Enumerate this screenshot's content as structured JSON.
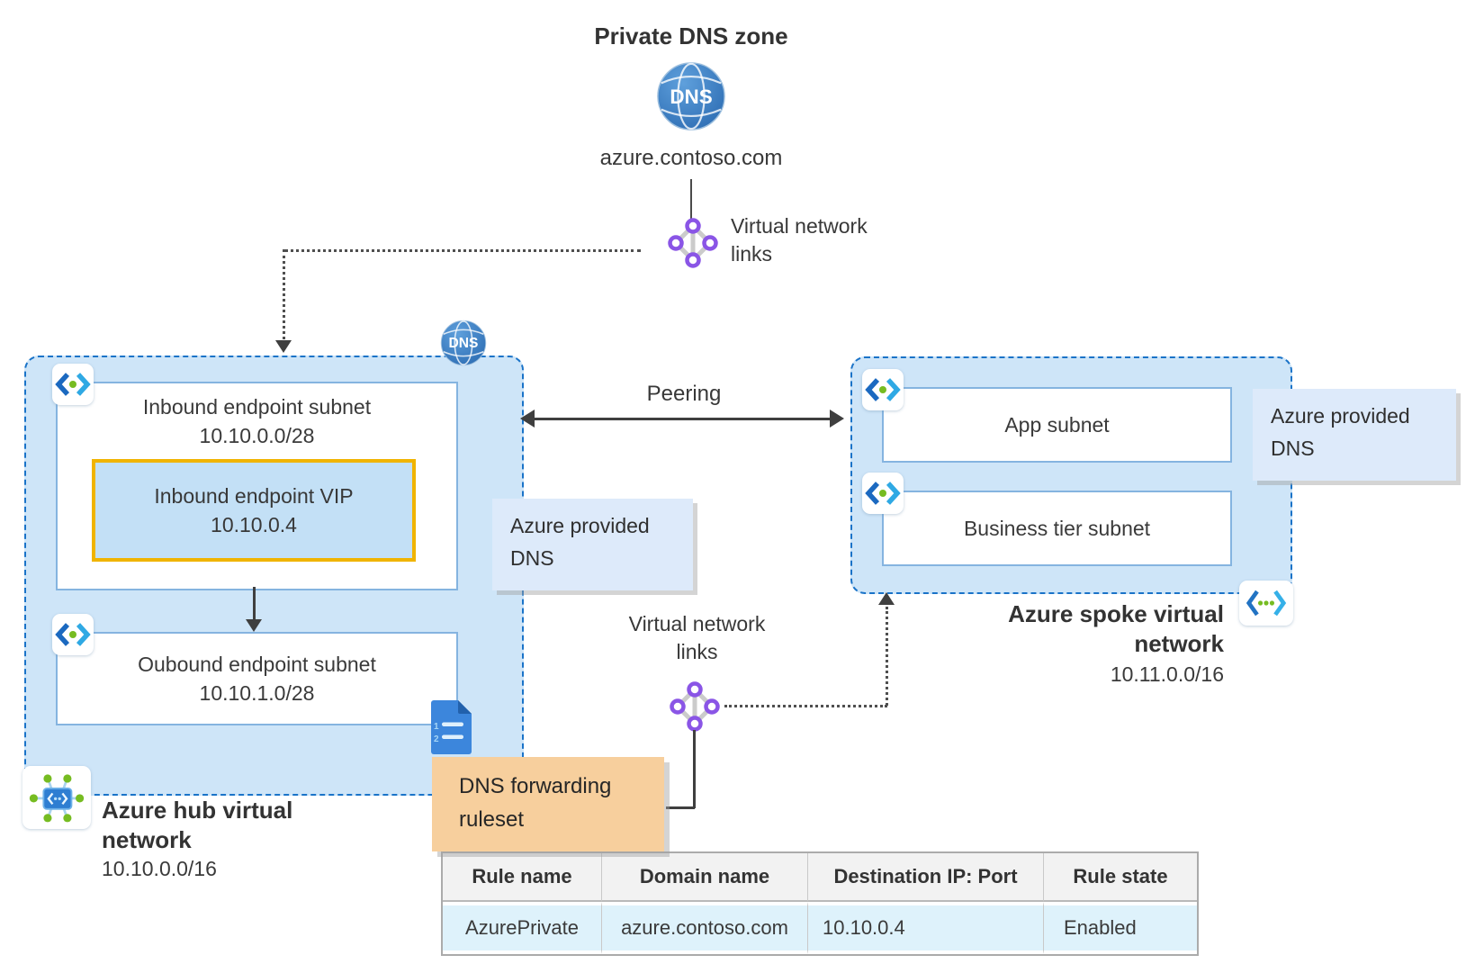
{
  "diagram": {
    "private_dns_zone": {
      "title": "Private DNS zone",
      "icon_label": "DNS",
      "domain": "azure.contoso.com"
    },
    "virtual_network_links_top": "Virtual network links",
    "virtual_network_links_mid": "Virtual network links",
    "peering_label": "Peering",
    "hub": {
      "dns_badge": "DNS",
      "inbound_subnet": {
        "name": "Inbound endpoint subnet",
        "cidr": "10.10.0.0/28"
      },
      "inbound_vip": {
        "name": "Inbound endpoint VIP",
        "ip": "10.10.0.4"
      },
      "outbound_subnet": {
        "name": "Oubound endpoint subnet",
        "cidr": "10.10.1.0/28"
      },
      "label": "Azure hub virtual network",
      "cidr": "10.10.0.0/16"
    },
    "spoke": {
      "app_subnet": "App subnet",
      "business_subnet": "Business tier subnet",
      "label": "Azure spoke virtual network",
      "cidr": "10.11.0.0/16"
    },
    "azure_provided_dns_left": "Azure provided DNS",
    "azure_provided_dns_right": "Azure provided DNS",
    "dns_forwarding_ruleset": "DNS forwarding ruleset"
  },
  "table": {
    "headers": [
      "Rule name",
      "Domain name",
      "Destination IP: Port",
      "Rule state"
    ],
    "rows": [
      [
        "AzurePrivate",
        "azure.contoso.com",
        "10.10.0.4",
        "Enabled"
      ]
    ]
  },
  "icons": {
    "dns_globe": "blue globe sphere with DNS text",
    "virtual_network_links": "diamond of purple nodes",
    "subnet": "angle brackets with green dot",
    "hub_vnet": "network hub with green nodes",
    "spoke_vnet": "angle brackets with three green dots",
    "ruleset_doc": "blue numbered-list document"
  },
  "colors": {
    "net_fill": "#cee5f8",
    "net_border": "#1a73c8",
    "box_border": "#85b4e0",
    "vip_fill": "#c3e0f6",
    "gold": "#f0b400",
    "orange": "#f7cf9d",
    "label_fill": "#ddeafa",
    "table_header": "#f2f2f2",
    "table_row": "#def2fb",
    "purple": "#8a55e6",
    "green": "#76bc21"
  }
}
